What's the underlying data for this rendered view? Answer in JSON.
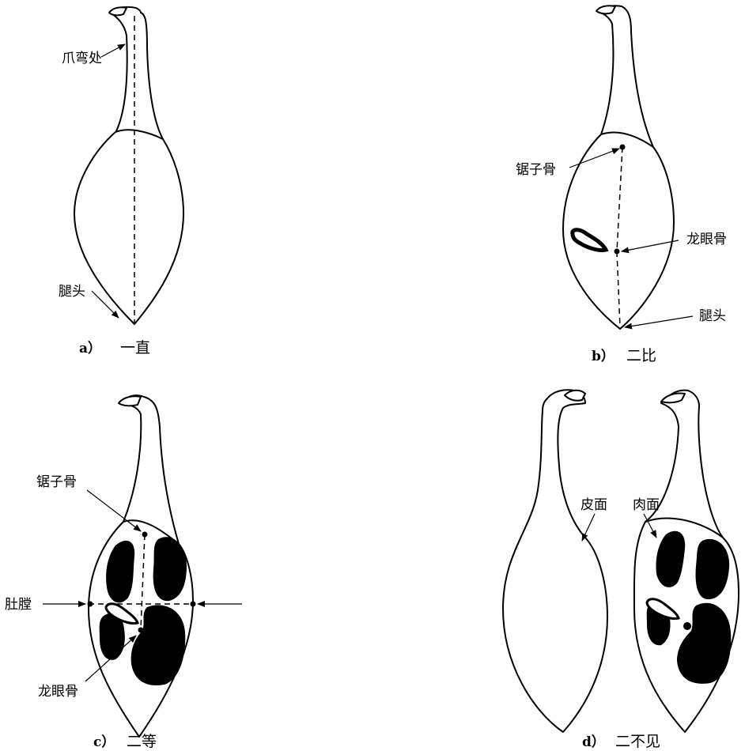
{
  "panels": {
    "a": {
      "caption_letter": "a）",
      "caption_text": "一直",
      "labels": {
        "claw_bend": "爪弯处",
        "leg_head": "腿头"
      }
    },
    "b": {
      "caption_letter": "b）",
      "caption_text": "二比",
      "labels": {
        "saw_bone": "锯子骨",
        "longan_bone": "龙眼骨",
        "leg_head": "腿头"
      }
    },
    "c": {
      "caption_letter": "c）",
      "caption_text": "二等",
      "labels": {
        "saw_bone": "锯子骨",
        "belly": "肚膛",
        "longan_bone": "龙眼骨"
      }
    },
    "d": {
      "caption_letter": "d）",
      "caption_text": "二不见",
      "labels": {
        "skin_side": "皮面",
        "meat_side": "肉面"
      }
    }
  }
}
